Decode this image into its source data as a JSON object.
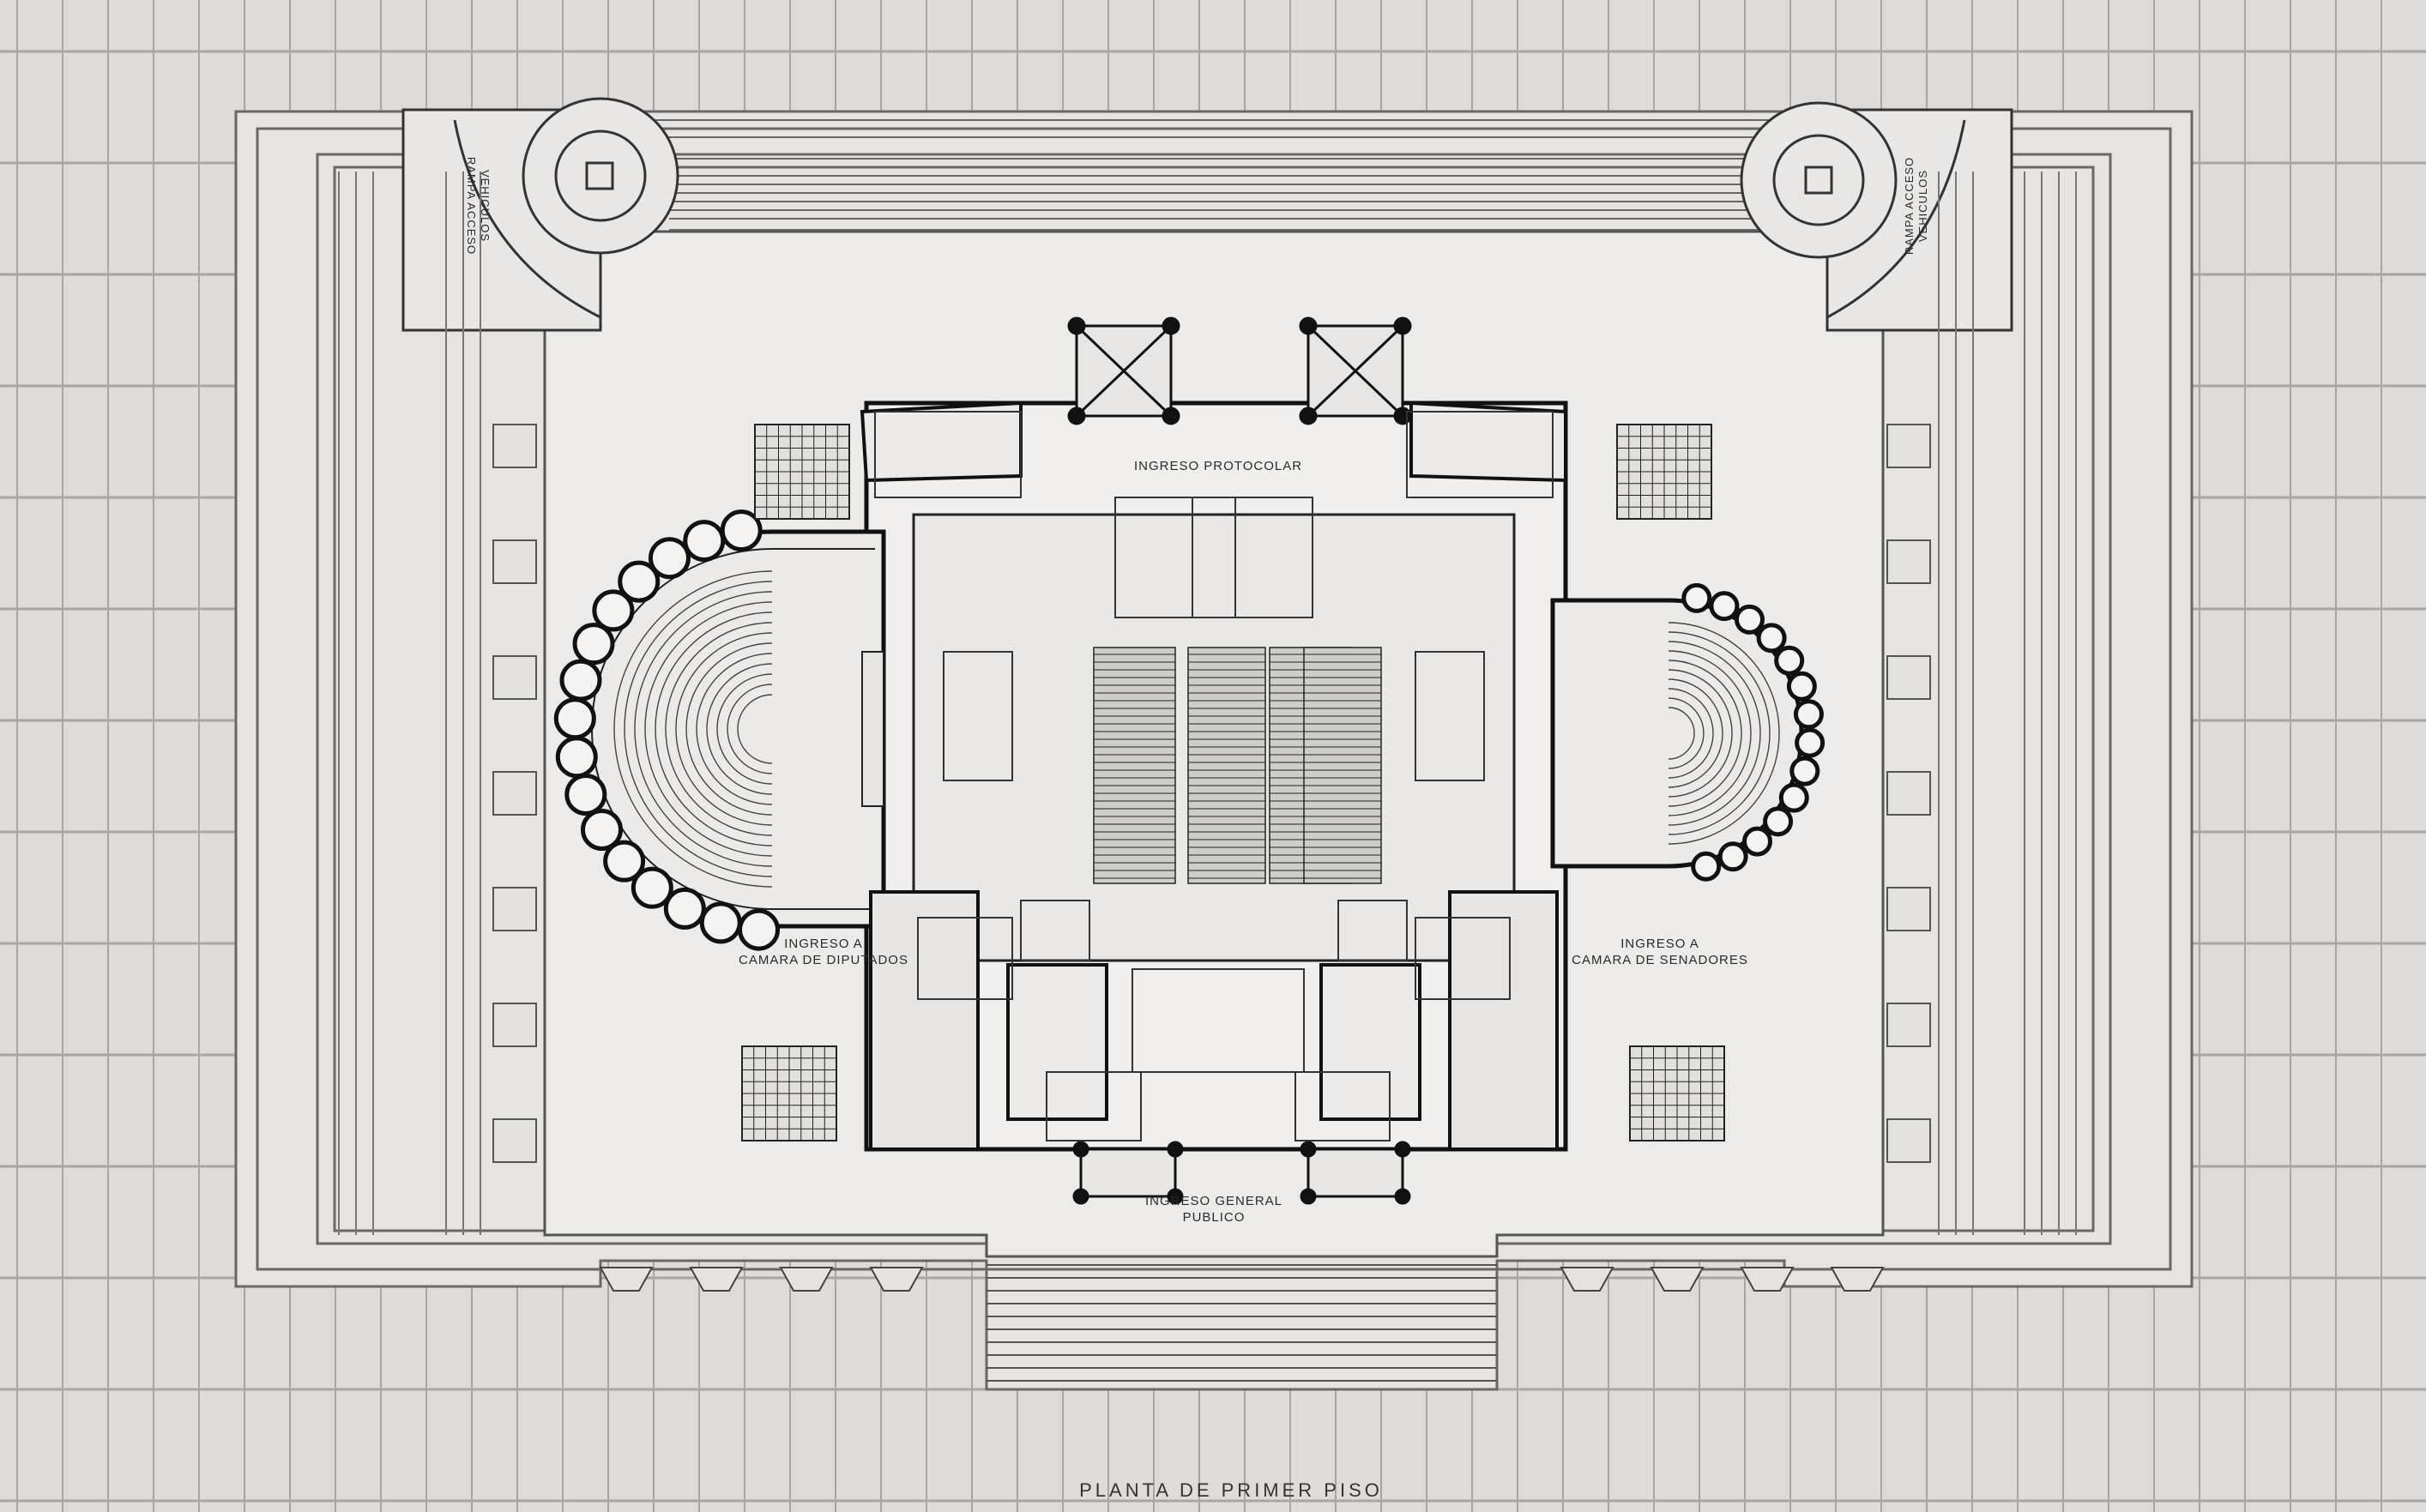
{
  "drawing": {
    "title": "PLANTA DE PRIMER PISO",
    "labels": {
      "ramp_left": [
        "RAMPA ACCESO",
        "VEHICULOS"
      ],
      "ramp_right": [
        "RAMPA ACCESO",
        "VEHICULOS"
      ],
      "entry_protocol": "INGRESO PROTOCOLAR",
      "entry_deputies": [
        "INGRESO A",
        "CAMARA DE DIPUTADOS"
      ],
      "entry_senators": [
        "INGRESO A",
        "CAMARA DE SENADORES"
      ],
      "entry_public": [
        "INGRESO GENERAL",
        "PUBLICO"
      ]
    }
  },
  "colors": {
    "paper": "#dedbd8",
    "grid": "#a9a6a3",
    "ink": "#1e1e1e",
    "plaza": "#e8e6e4"
  }
}
